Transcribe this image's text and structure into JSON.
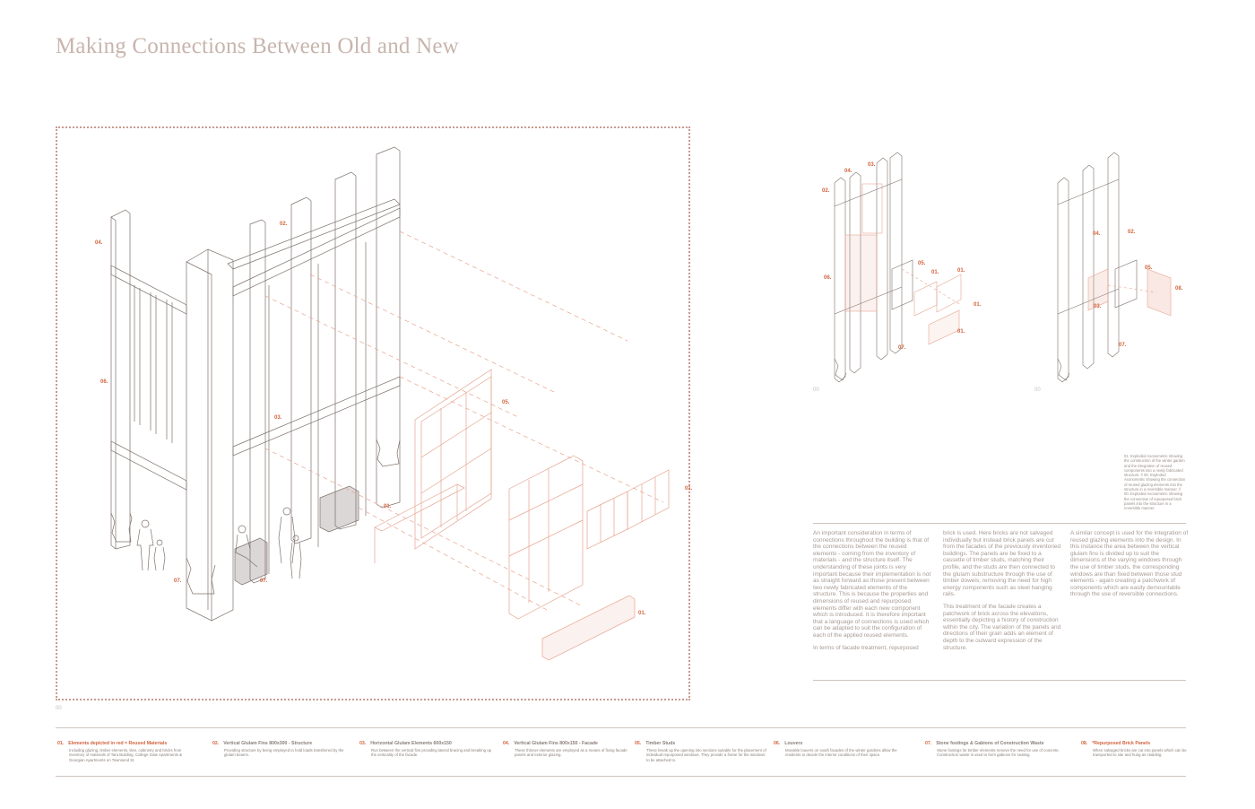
{
  "page": {
    "title": "Making Connections Between Old and New"
  },
  "figure_numbers": {
    "main": "00",
    "exploded_a": "00",
    "exploded_b": "00"
  },
  "main_callouts": {
    "c04": "04.",
    "c02": "02.",
    "c06": "06.",
    "c03": "03.",
    "c05": "05.",
    "c01a": "01.",
    "c01b": "01.",
    "c01c": "01.",
    "c07a": "07.",
    "c07b": "07."
  },
  "exploded_a_callouts": {
    "c04": "04.",
    "c03": "03.",
    "c02": "02.",
    "c06": "06.",
    "c05": "05.",
    "c01a": "01.",
    "c01b": "01.",
    "c01c": "01.",
    "c01d": "01.",
    "c07": "07."
  },
  "exploded_b_callouts": {
    "c04": "04.",
    "c02": "02.",
    "c05": "05.",
    "c08": "08.",
    "c03": "03.",
    "c07": "07."
  },
  "caption": "01. Exploded Axonometric showing the construction of the winter garden and the integration of reused components into a newly fabricated structure. // 00. Exploded Axonometric showing the connection of reused glazing elements into the structure in a reversible manner. // 00. Exploded Axonometric showing the connection of repurposed brick panels into the structure in a reversible manner.",
  "body_text": {
    "col1_p1": "An important consideration in terms of connections throughout the building is that of the connections between the reused elements - coming from the inventory of materials - and the structure itself. The understanding of these joints is very important because their implementation is not as straight forward as those present between two newly fabricated elements of the structure. This is because the properties and dimensions of reused and repurposed elements differ with each new component which is introduced. It is therefore important that a language of connections is used which can be adapted to suit the configuration of each of the applied reused elements.",
    "col1_p2": "In terms of facade treatment, repurposed",
    "col2_p1": "brick is used. Here bricks are not salvaged individually but instead brick panels are cut from the facades of the previously inventoried buildings. The panels are be fixed to a cassette of timber studs, matching their profile, and the studs are then connected to the glulam substructure through the use of timber dowels; removing the need for high energy components such as steel hanging rails.",
    "col2_p2": "This treatment of the facade creates a patchwork of brick across the elevations, essentially depicting a history of construction within the city. The variation of the panels and directions of their grain adds an element of depth to the outward expression of the structure.",
    "col3_p1": "A similar concept is used for the integration of reused glazing elements into the design. In this instance the area between the vertical glulam fins is divided up to suit the dimensions of the varying windows through the use of timber studs, the corresponding windows are than fixed between those stud elements - again creating a patchwork of components which are easily demountable through the use of reversible connections."
  },
  "legend": [
    {
      "num": "01.",
      "title": "Elements depicted in red = Reused Materials",
      "body": "Including glazing, timber elements, tiles, cabinetry and bricks from inventory of materials of Tara Building, College Gate Apartments & Georgian Apartments on Townsend St."
    },
    {
      "num": "02.",
      "title": "Vertical Glulam Fins 800x300 - Structure",
      "body": "Providing structure by being employed to hold loads transferred by the glulam beams."
    },
    {
      "num": "03.",
      "title": "Horizontal Glulam Elements 600x150",
      "body": "Run between the vertical fins providing lateral bracing and breaking up the verticality of the facade."
    },
    {
      "num": "04.",
      "title": "Vertical Glulam Fins 800x150 - Facade",
      "body": "These thinner elements are employed as a means of fixing facade panels and exterior glazing."
    },
    {
      "num": "05.",
      "title": "Timber Studs",
      "body": "These break up the opening into sections suitable for the placement of individual repurposed windows. They provide a frame for the windows to be attached to."
    },
    {
      "num": "06.",
      "title": "Louvers",
      "body": "Movable louvers on south facades of the winter gardens allow the residents to decide the interior conditions of their space."
    },
    {
      "num": "07.",
      "title": "Stone footings & Gabions of Construction Waste",
      "body": "Stone footings for timber elements remove the need for use of concrete. Construction waste is used to form gabions for seating."
    },
    {
      "num": "08.",
      "title": "*Repurposed Brick Panels",
      "body": "When salvaged bricks are cut into panels which can be transported to site and hung as cladding."
    }
  ],
  "colors": {
    "accent": "#d3633e",
    "line": "#7d716b",
    "reused": "#e6a48f",
    "title": "#c8b5ad"
  }
}
